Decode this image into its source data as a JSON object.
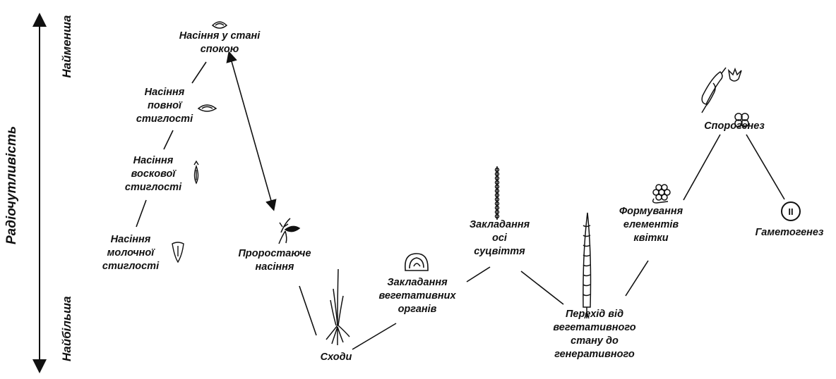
{
  "axis": {
    "title": "Радіочутливість",
    "top_label": "Найменша",
    "bottom_label": "Найбільша"
  },
  "stages": {
    "seed_dormant": [
      "Насіння у стані",
      "спокою"
    ],
    "seed_full_ripe": [
      "Насіння",
      "повної",
      "стиглості"
    ],
    "seed_wax_ripe": [
      "Насіння",
      "воскової",
      "стиглості"
    ],
    "seed_milk_ripe": [
      "Насіння",
      "молочної",
      "стиглості"
    ],
    "germinating": [
      "Проростаюче",
      "насіння"
    ],
    "seedlings": [
      "Сходи"
    ],
    "vegetative_organs": [
      "Закладання",
      "вегетативних",
      "органів"
    ],
    "inflorescence_axis": [
      "Закладання",
      "осі",
      "суцвіття"
    ],
    "transition": [
      "Перехід від",
      "вегетативного",
      "стану до",
      "генеративного"
    ],
    "flower_elements": [
      "Формування",
      "елементів",
      "квітки"
    ],
    "sporogenesis": [
      "Спорогенез"
    ],
    "gametogenesis": [
      "Гаметогенез"
    ]
  },
  "gametogenesis_symbol": "II"
}
